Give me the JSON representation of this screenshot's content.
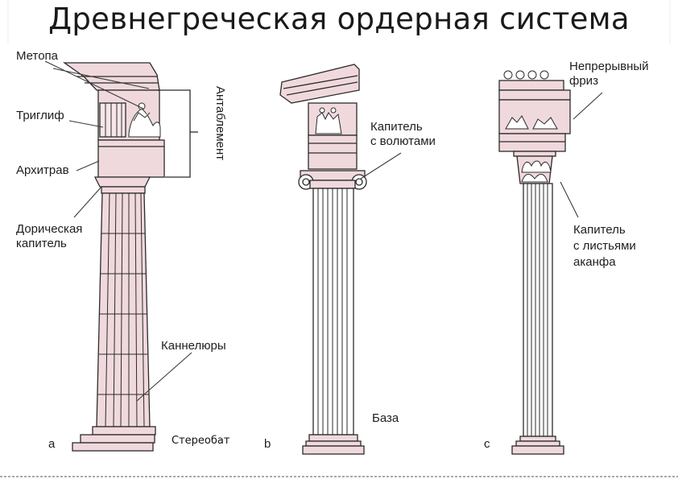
{
  "title": "Древнегреческая ордерная система",
  "labels": {
    "metopa": "Метопа",
    "triglif": "Триглиф",
    "arkhitrav": "Архитрав",
    "doric_capital_1": "Дорическая",
    "doric_capital_2": "капитель",
    "antablement": "Антаблемент",
    "kanneliury": "Каннелюры",
    "stereobat": "Стереобат",
    "ionic_capital_1": "Капитель",
    "ionic_capital_2": "с волютами",
    "baza": "База",
    "frieze_1": "Непрерывный",
    "frieze_2": "фриз",
    "corinthian_capital_1": "Капитель",
    "corinthian_capital_2": "с листьями",
    "corinthian_capital_3": "аканфа"
  },
  "letters": {
    "a": "a",
    "b": "b",
    "c": "c"
  },
  "colors": {
    "shade": "#f0d9dd",
    "line": "#2b2b2b",
    "leader": "#3a3a3a"
  }
}
